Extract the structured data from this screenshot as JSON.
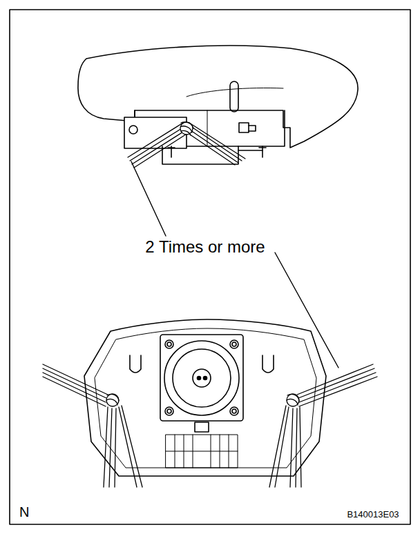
{
  "diagram": {
    "labels": [
      "2 Times or more",
      "N",
      "B140013E03"
    ]
  }
}
